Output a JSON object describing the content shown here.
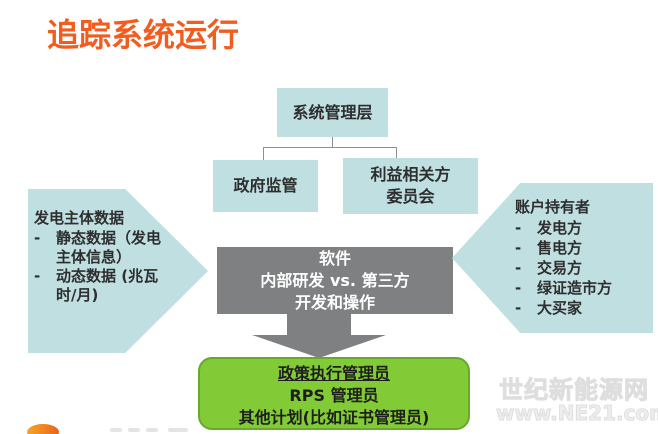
{
  "page": {
    "title": "追踪系统运行"
  },
  "colors": {
    "title_orange": "#f25c1f",
    "teal_fill": "#bfdfe1",
    "gray_fill": "#7e8082",
    "green_fill": "#82ca36",
    "green_border": "#68a82d",
    "connector_gray": "#8f8f8f",
    "watermark_gray": "#eeeeee"
  },
  "org_chart": {
    "system_admin_box": "系统管理层",
    "government_box": "政府监管",
    "stakeholder_box": {
      "line1": "利益相关方",
      "line2": "委员会"
    }
  },
  "left_arrow": {
    "heading": "发电主体数据",
    "bullet": "-",
    "items": [
      "静态数据（发电主体信息）",
      "动态数据 (兆瓦时/月)"
    ]
  },
  "software_box": {
    "line1": "软件",
    "line2": "内部研发 vs. 第三方",
    "line3": "开发和操作"
  },
  "right_arrow": {
    "heading": "账户持有者",
    "bullet": "-",
    "items": [
      "发电方",
      "售电方",
      "交易方",
      "绿证造市方",
      "大买家"
    ]
  },
  "admin_box": {
    "line1": "政策执行管理员",
    "line2": "RPS 管理员",
    "line3": "其他计划(比如证书管理员)"
  },
  "watermark": {
    "line1": "世纪新能源网",
    "line2": "www.NE21.com"
  }
}
